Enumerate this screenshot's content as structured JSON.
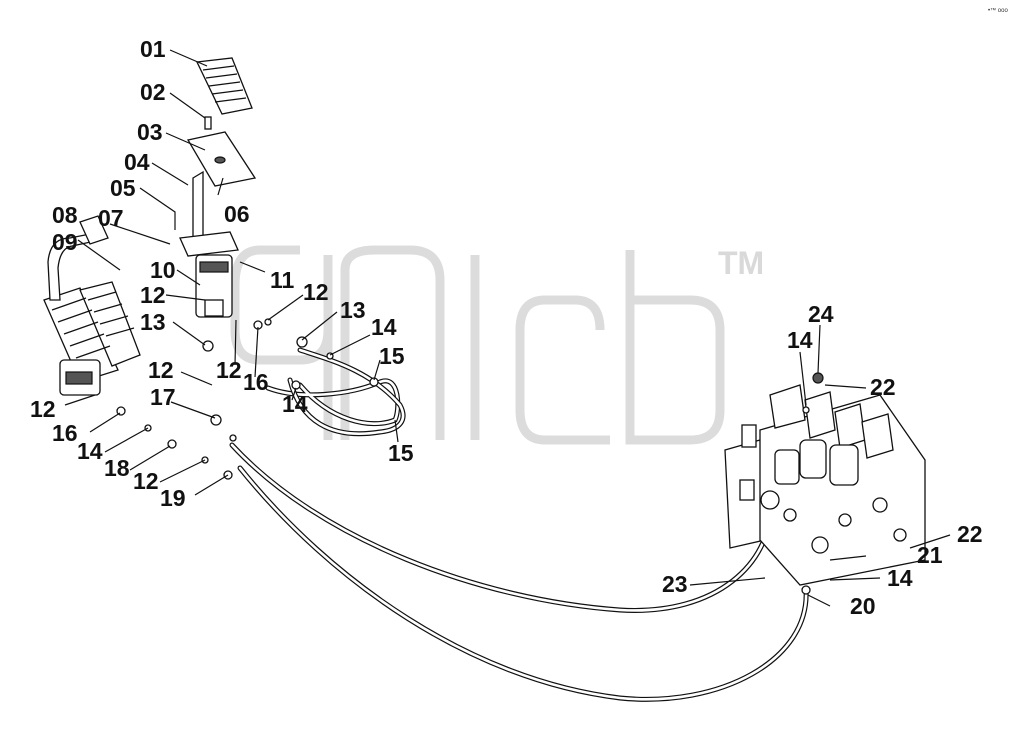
{
  "watermark": {
    "trademark": "TM"
  },
  "corner_mark": "•™ ooo",
  "callouts": [
    {
      "id": "c01",
      "text": "01"
    },
    {
      "id": "c02",
      "text": "02"
    },
    {
      "id": "c03",
      "text": "03"
    },
    {
      "id": "c04",
      "text": "04"
    },
    {
      "id": "c05",
      "text": "05"
    },
    {
      "id": "c06",
      "text": "06"
    },
    {
      "id": "c07",
      "text": "07"
    },
    {
      "id": "c08",
      "text": "08"
    },
    {
      "id": "c09",
      "text": "09"
    },
    {
      "id": "c10",
      "text": "10"
    },
    {
      "id": "c11",
      "text": "11"
    },
    {
      "id": "c12a",
      "text": "12"
    },
    {
      "id": "c12b",
      "text": "12"
    },
    {
      "id": "c12c",
      "text": "12"
    },
    {
      "id": "c12d",
      "text": "12"
    },
    {
      "id": "c12e",
      "text": "12"
    },
    {
      "id": "c12f",
      "text": "12"
    },
    {
      "id": "c13a",
      "text": "13"
    },
    {
      "id": "c13b",
      "text": "13"
    },
    {
      "id": "c14a",
      "text": "14"
    },
    {
      "id": "c14b",
      "text": "14"
    },
    {
      "id": "c14c",
      "text": "14"
    },
    {
      "id": "c14d",
      "text": "14"
    },
    {
      "id": "c14e",
      "text": "14"
    },
    {
      "id": "c15a",
      "text": "15"
    },
    {
      "id": "c15b",
      "text": "15"
    },
    {
      "id": "c16a",
      "text": "16"
    },
    {
      "id": "c16b",
      "text": "16"
    },
    {
      "id": "c17",
      "text": "17"
    },
    {
      "id": "c18",
      "text": "18"
    },
    {
      "id": "c19",
      "text": "19"
    },
    {
      "id": "c20",
      "text": "20"
    },
    {
      "id": "c21",
      "text": "21"
    },
    {
      "id": "c22a",
      "text": "22"
    },
    {
      "id": "c22b",
      "text": "22"
    },
    {
      "id": "c23",
      "text": "23"
    },
    {
      "id": "c24",
      "text": "24"
    }
  ]
}
